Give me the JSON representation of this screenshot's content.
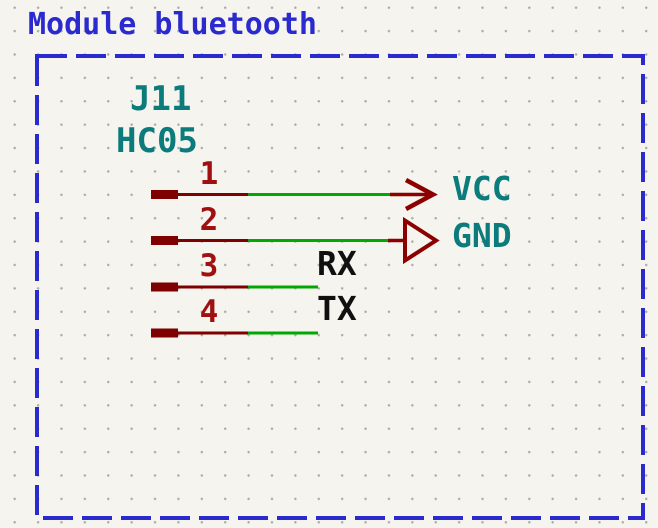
{
  "schematic": {
    "title": "Module bluetooth",
    "component": {
      "reference": "J11",
      "value": "HC05"
    },
    "pins": [
      {
        "number": "1",
        "label": "VCC",
        "label_style": "hierarchical-arrow",
        "wire_colors": [
          "maroon",
          "green"
        ]
      },
      {
        "number": "2",
        "label": "GND",
        "label_style": "hierarchical-triangle",
        "wire_colors": [
          "maroon",
          "green"
        ]
      },
      {
        "number": "3",
        "label": "RX",
        "label_style": "local",
        "wire_colors": [
          "maroon",
          "green"
        ]
      },
      {
        "number": "4",
        "label": "TX",
        "label_style": "local",
        "wire_colors": [
          "maroon",
          "green"
        ]
      }
    ],
    "region_border": "dashed-rectangle"
  },
  "colors": {
    "background": "#F5F4EF",
    "grid_dot": "#ABABA6",
    "title_blue": "#2A2ACE",
    "border_blue": "#2A2ACE",
    "component_teal": "#0B7B7B",
    "pin_maroon": "#7E0000",
    "pin_number_red": "#A01010",
    "label_shape_red": "#8C0000",
    "wire_green": "#00A800",
    "local_label_black": "#101010"
  }
}
